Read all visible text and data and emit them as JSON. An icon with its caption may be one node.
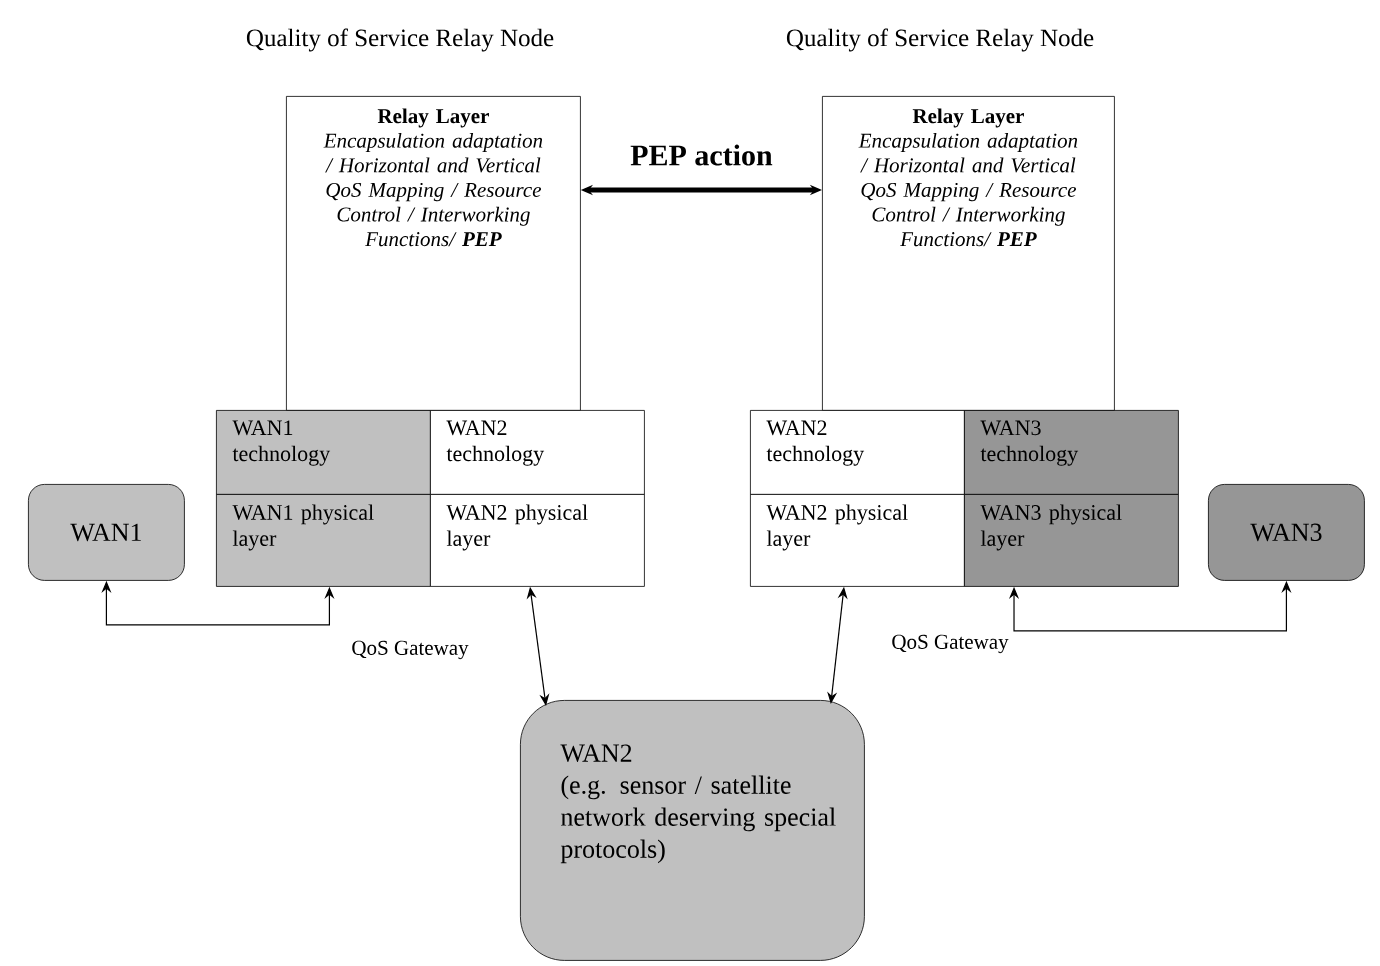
{
  "diagram": {
    "nodes": [
      {
        "text": [
          "Relay Layer",
          "Encapsulation adaptation  / Horizontal and Vertical QoS Mapping / Resource Control / Interworking Functions/ **PEP**"
        ]
      },
      {
        "text": [
          "WAN1 technology"
        ]
      },
      {
        "text": [
          "WAN2 technology"
        ]
      },
      {
        "text": [
          "WAN1 physical layer"
        ]
      },
      {
        "text": [
          "WAN2 physical layer"
        ]
      },
      {
        "text": [
          "Relay Layer",
          "Encapsulation adaptation  / Horizontal and Vertical QoS Mapping / Resource Control / Interworking Functions/ **PEP**"
        ]
      },
      {
        "text": [
          "WAN2 technology"
        ]
      },
      {
        "text": [
          "WAN3 technology"
        ]
      },
      {
        "text": [
          "WAN2 physical layer"
        ]
      },
      {
        "text": [
          "WAN3 physical layer"
        ]
      },
      {
        "text": [
          "WAN1"
        ]
      },
      {
        "text": [
          "WAN3"
        ]
      },
      {
        "text": [
          "WAN2",
          "(e.g. sensor / satellite network deserving special protocols)"
        ]
      }
    ],
    "edges": [
      {
        "from": 0,
        "to": 5,
        "arrow": "both",
        "label": "PEP action",
        "style": "thick"
      },
      {
        "from": 10,
        "to": 3,
        "arrow": "both"
      },
      {
        "from": 4,
        "to": 12,
        "arrow": "both"
      },
      {
        "from": 8,
        "to": 12,
        "arrow": "both"
      },
      {
        "from": 9,
        "to": 11,
        "arrow": "both"
      }
    ],
    "labels": [
      "Quality of Service Relay Node",
      "Quality of Service Relay Node",
      "QoS Gateway",
      "QoS Gateway"
    ]
  }
}
